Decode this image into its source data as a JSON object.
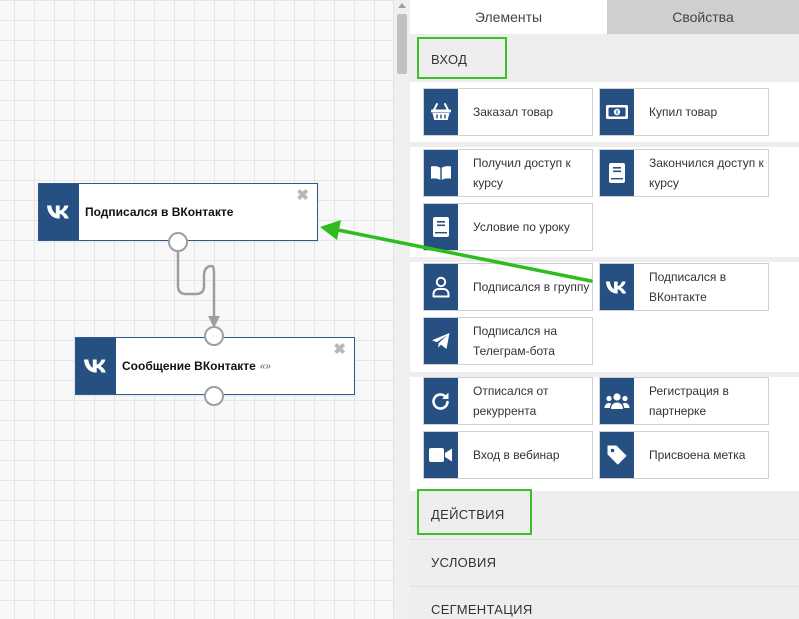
{
  "canvas": {
    "nodes": [
      {
        "title": "Подписался в ВКонтакте",
        "suffix": "",
        "icon": "vk-icon"
      },
      {
        "title": "Сообщение ВКонтакте",
        "suffix": "«»",
        "icon": "vk-icon"
      }
    ],
    "close_glyph": "✖"
  },
  "panel": {
    "tabs": [
      {
        "label": "Элементы",
        "active": true
      },
      {
        "label": "Свойства",
        "active": false
      }
    ],
    "sections": {
      "entry": "ВХОД",
      "actions": "ДЕЙСТВИЯ",
      "conditions": "УСЛОВИЯ",
      "segmentation": "СЕГМЕНТАЦИЯ"
    },
    "cards": [
      {
        "label": "Заказал товар",
        "icon": "basket-icon"
      },
      {
        "label": "Купил товар",
        "icon": "money-icon"
      },
      {
        "label": "Получил доступ к курсу",
        "icon": "book-open-icon"
      },
      {
        "label": "Закончился доступ к курсу",
        "icon": "book-icon"
      },
      {
        "label": "Условие по уроку",
        "icon": "book-icon"
      },
      {
        "label": "Подписался в группу",
        "icon": "user-icon"
      },
      {
        "label": "Подписался в ВКонтакте",
        "icon": "vk-icon"
      },
      {
        "label": "Подписался на Телеграм-бота",
        "icon": "telegram-icon"
      },
      {
        "label": "Отписался от рекуррента",
        "icon": "redo-icon"
      },
      {
        "label": "Регистрация в партнерке",
        "icon": "users-icon"
      },
      {
        "label": "Вход в вебинар",
        "icon": "video-icon"
      },
      {
        "label": "Присвоена метка",
        "icon": "tag-icon"
      }
    ]
  },
  "colors": {
    "brand": "#264f82",
    "highlight": "#3cbf2a",
    "arrow": "#2ebc1e"
  }
}
